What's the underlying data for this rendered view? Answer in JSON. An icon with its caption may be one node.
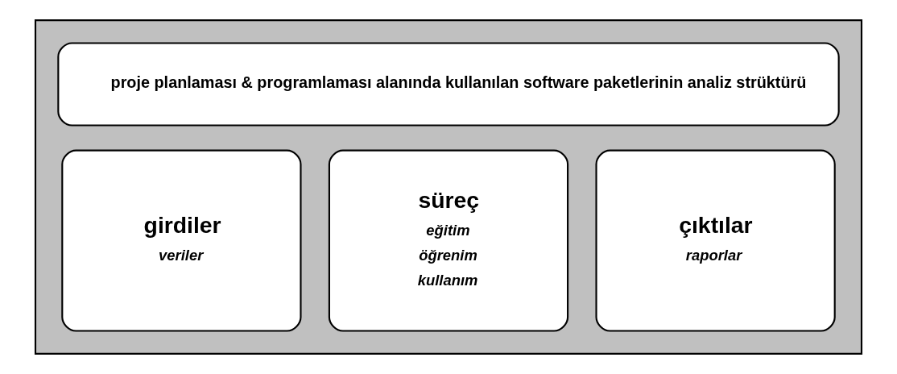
{
  "diagram": {
    "nodes": [
      {
        "text": [],
        "shape": "box"
      },
      {
        "text": [
          "proje planlaması & programlaması alanında kullanılan software paketlerinin analiz strüktürü"
        ],
        "in": 0
      },
      {
        "text": [
          "girdiler",
          "veriler"
        ],
        "in": 0
      },
      {
        "text": [
          "süreç",
          "eğitim",
          "öğrenim",
          "kullanım"
        ],
        "in": 0
      },
      {
        "text": [
          "çıktılar",
          "raporlar"
        ],
        "in": 0
      }
    ]
  }
}
